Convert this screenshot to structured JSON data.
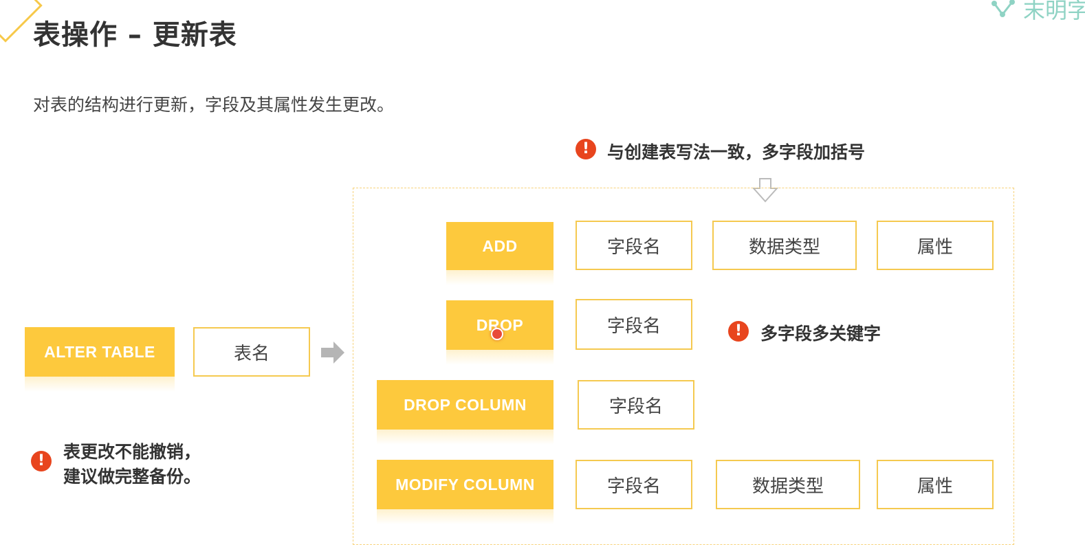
{
  "header": {
    "title": "表操作 – 更新表",
    "brand": "末明字"
  },
  "subtitle": "对表的结构进行更新，字段及其属性发生更改。",
  "notes": {
    "top_note": "与创建表写法一致，多字段加括号",
    "drop_note": "多字段多关键字",
    "warning_line1": "表更改不能撤销，",
    "warning_line2": "建议做完整备份。",
    "warn_glyph": "!"
  },
  "left": {
    "alter_keyword": "ALTER TABLE",
    "table_name": "表名"
  },
  "rows": [
    {
      "keyword": "ADD",
      "fields": [
        "字段名",
        "数据类型",
        "属性"
      ]
    },
    {
      "keyword": "DROP",
      "fields": [
        "字段名"
      ]
    },
    {
      "keyword": "DROP COLUMN",
      "fields": [
        "字段名"
      ]
    },
    {
      "keyword": "MODIFY COLUMN",
      "fields": [
        "字段名",
        "数据类型",
        "属性"
      ]
    }
  ],
  "colors": {
    "keyword_bg": "#fdc93d",
    "field_border": "#f5c94f",
    "warning": "#e8451e",
    "brand": "#8fd3c4"
  }
}
